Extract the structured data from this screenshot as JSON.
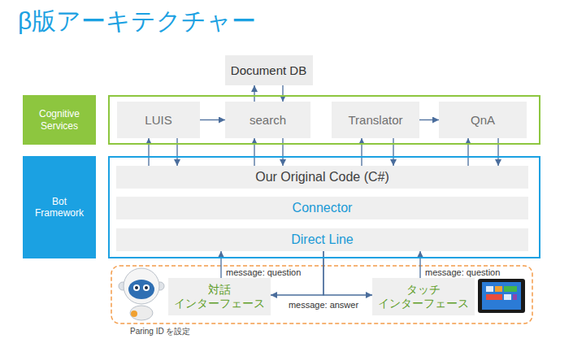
{
  "diagram": {
    "title": "β版アーキテクチャー",
    "nodes": [
      {
        "text": [
          "Document DB"
        ]
      },
      {
        "text": [
          "Cognitive Services"
        ]
      },
      {
        "text": [
          "LUIS"
        ],
        "in": 1
      },
      {
        "text": [
          "search"
        ],
        "in": 1
      },
      {
        "text": [
          "Translator"
        ],
        "in": 1
      },
      {
        "text": [
          "QnA"
        ],
        "in": 1
      },
      {
        "text": [
          "Bot Framework"
        ]
      },
      {
        "text": [
          "Our Original Code (C#)"
        ],
        "in": 6
      },
      {
        "text": [
          "Connector"
        ],
        "in": 6
      },
      {
        "text": [
          "Direct Line"
        ],
        "in": 6
      },
      {
        "text": [
          "対話 インターフェース"
        ]
      },
      {
        "text": [
          "タッチ インターフェース"
        ]
      }
    ],
    "edges": [
      {
        "from": 2,
        "to": 3,
        "arrow": "to"
      },
      {
        "from": 4,
        "to": 5,
        "arrow": "to"
      },
      {
        "from": 3,
        "to": 0,
        "arrow": "to"
      },
      {
        "from": 0,
        "to": 3,
        "arrow": "to"
      },
      {
        "from": 7,
        "to": 2,
        "arrow": "to"
      },
      {
        "from": 2,
        "to": 7,
        "arrow": "to"
      },
      {
        "from": 7,
        "to": 3,
        "arrow": "to"
      },
      {
        "from": 3,
        "to": 7,
        "arrow": "to"
      },
      {
        "from": 7,
        "to": 4,
        "arrow": "to"
      },
      {
        "from": 4,
        "to": 7,
        "arrow": "to"
      },
      {
        "from": 7,
        "to": 5,
        "arrow": "to"
      },
      {
        "from": 5,
        "to": 7,
        "arrow": "to"
      },
      {
        "from": 10,
        "to": 9,
        "label": "message: question",
        "arrow": "to"
      },
      {
        "from": 11,
        "to": 9,
        "label": "message: question",
        "arrow": "to"
      },
      {
        "from": 9,
        "to": 10,
        "label": "message: answer",
        "arrow": "to"
      },
      {
        "from": 9,
        "to": 11,
        "arrow": "to"
      }
    ],
    "labels": [
      "Paring ID を設定"
    ]
  }
}
